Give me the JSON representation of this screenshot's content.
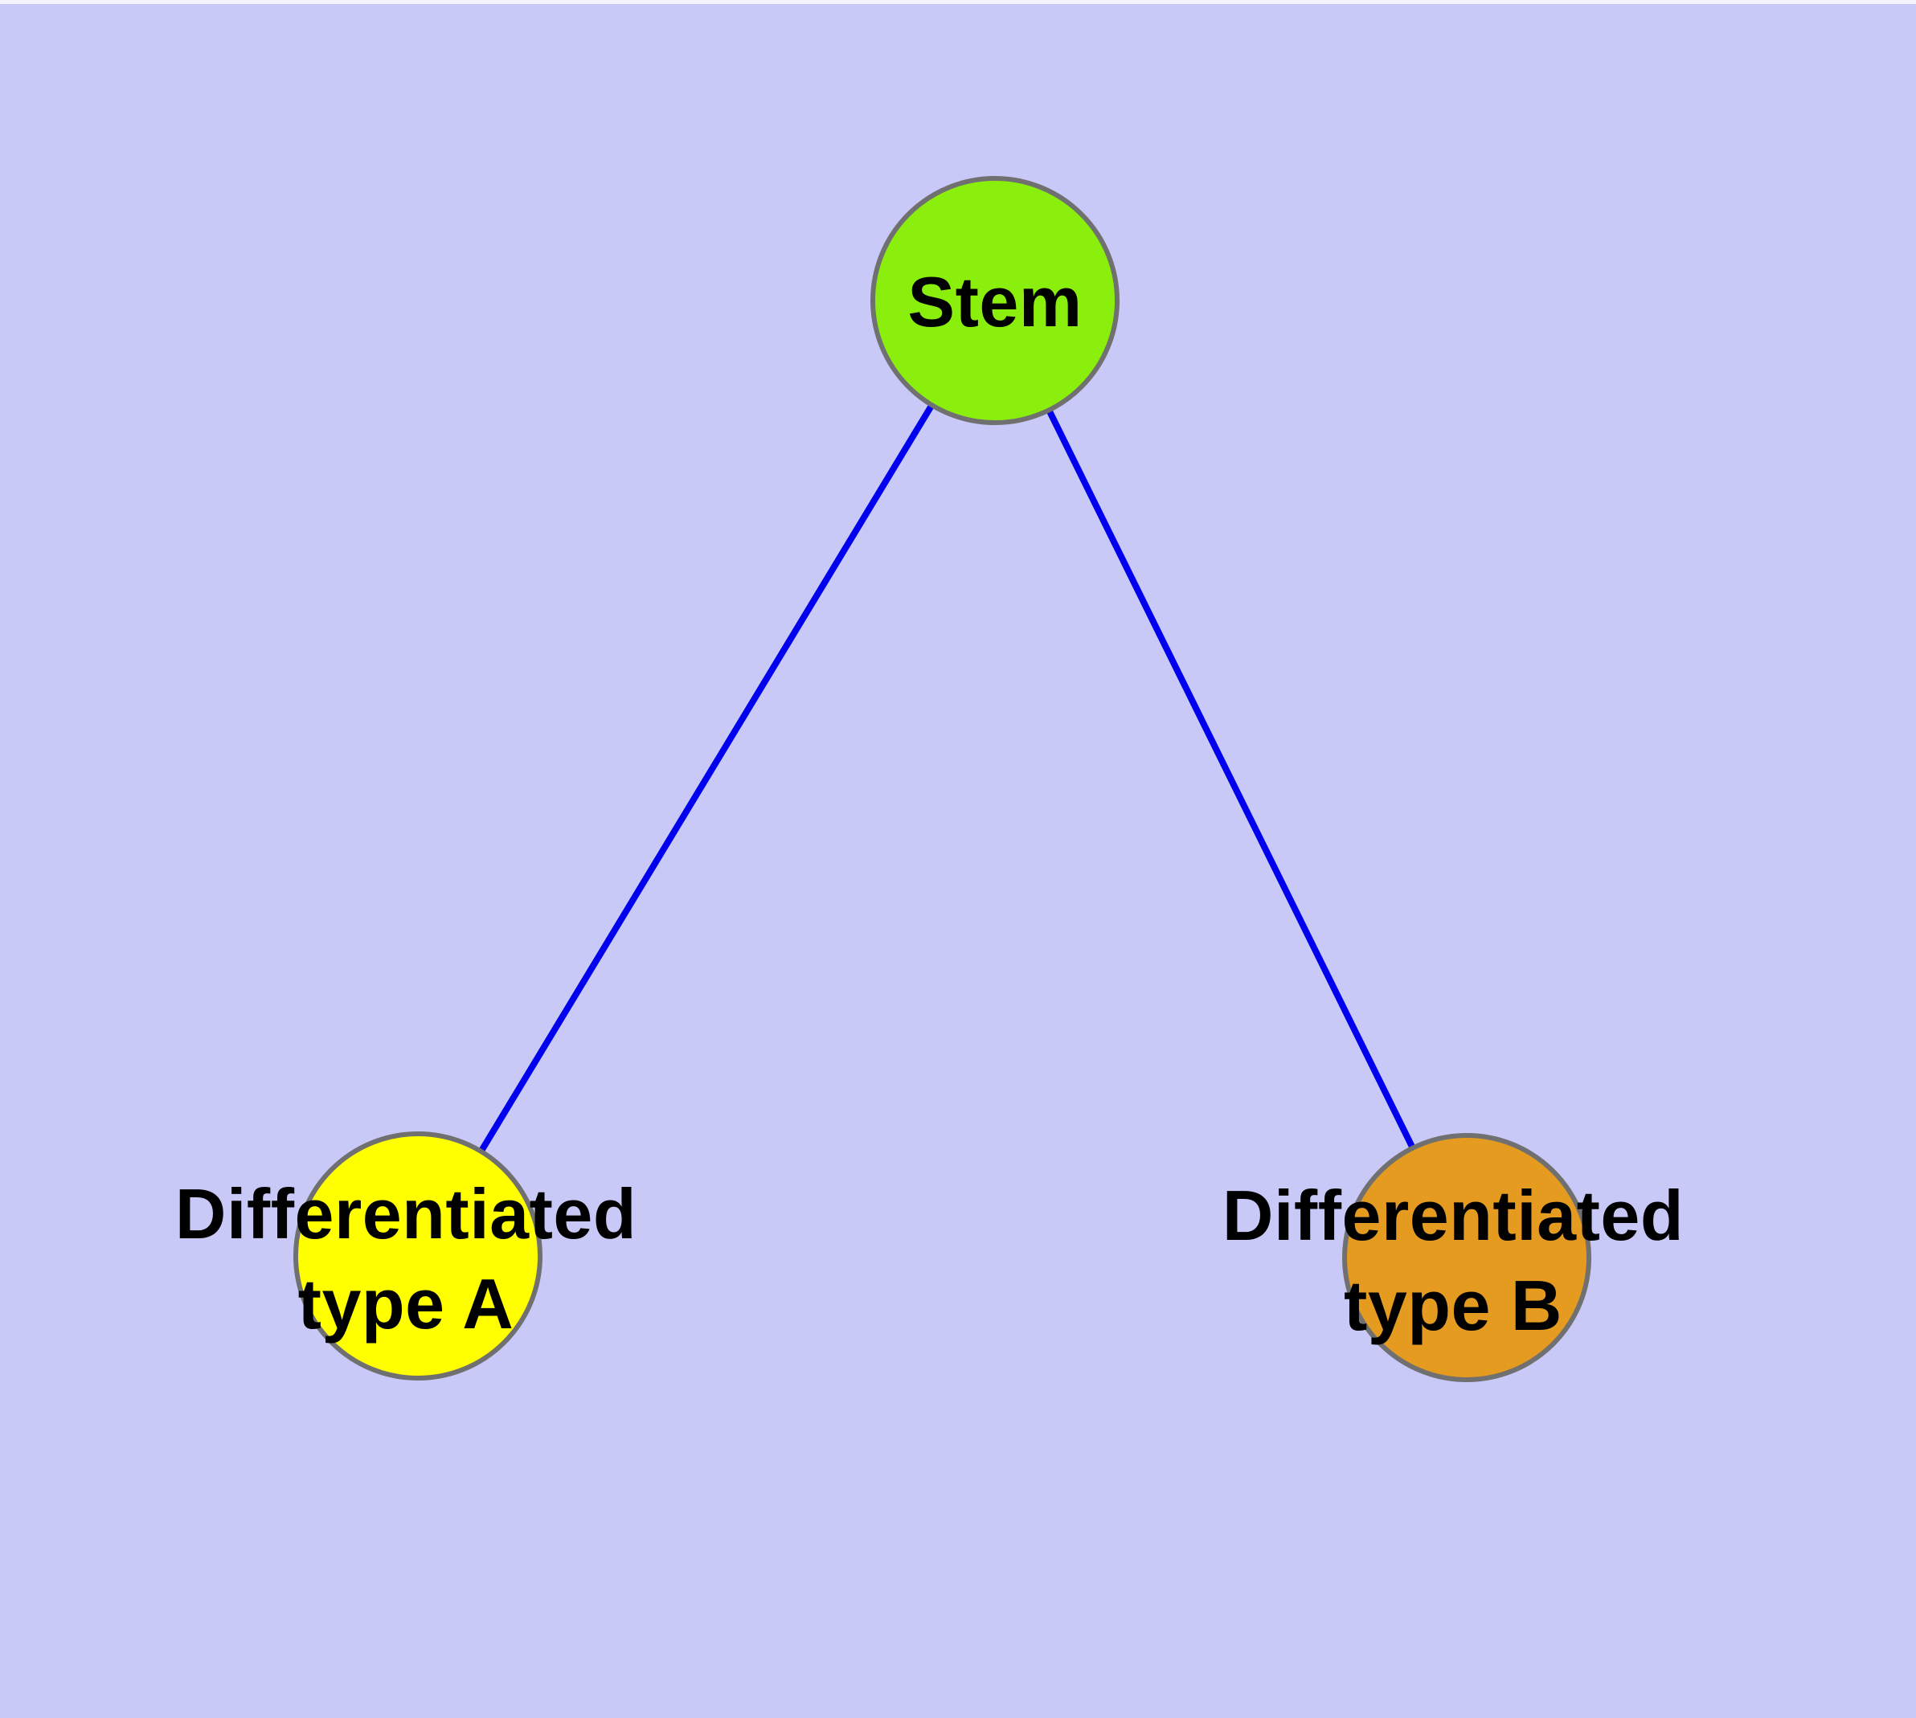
{
  "window": {
    "background_color": "#C9C9F8",
    "top_edge_color": "#F4F4FE"
  },
  "diagram": {
    "type": "graph",
    "edge_color": "#0000EE",
    "node_border_color": "#707070",
    "label_color": "#000000",
    "nodes": [
      {
        "id": "stem",
        "label": "Stem",
        "color": "#8BEF0D"
      },
      {
        "id": "diff-a",
        "label_line1": "Differentiated",
        "label_line2": "type A",
        "color": "#FFFF00"
      },
      {
        "id": "diff-b",
        "label_line1": "Differentiated",
        "label_line2": "type B",
        "color": "#E49B20"
      }
    ],
    "edges": [
      {
        "from": "Stem",
        "to": "Differentiated type A"
      },
      {
        "from": "Stem",
        "to": "Differentiated type B"
      }
    ]
  }
}
